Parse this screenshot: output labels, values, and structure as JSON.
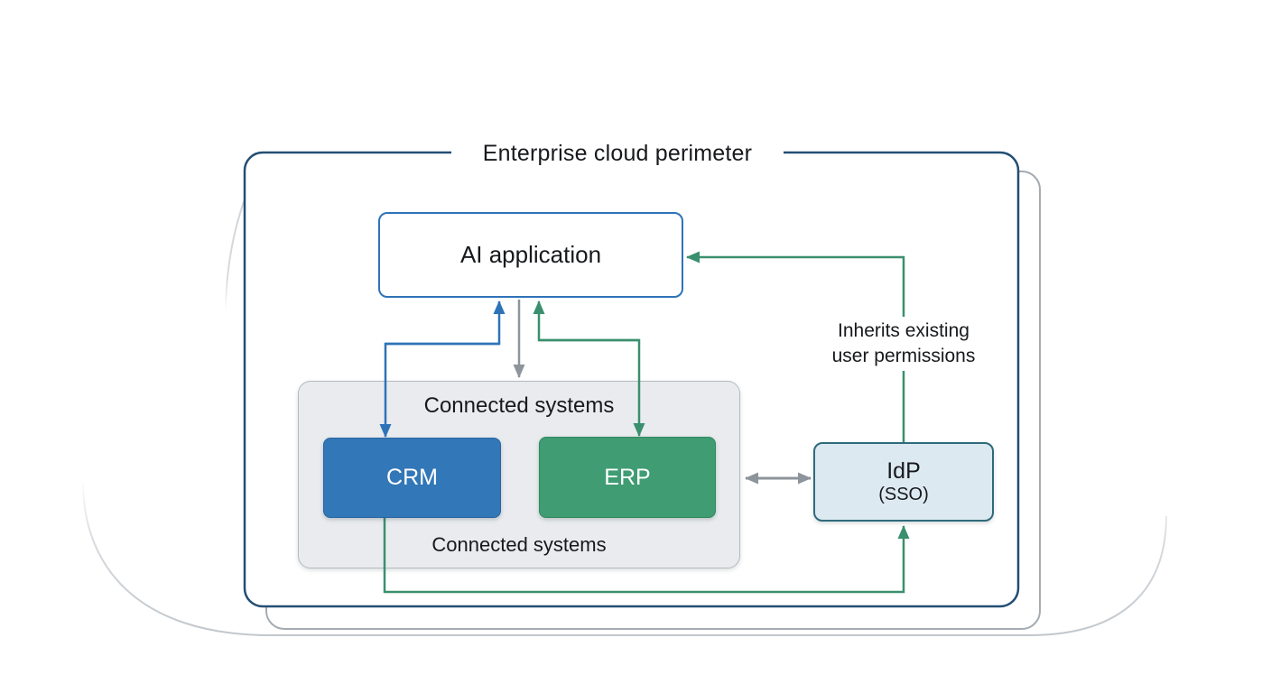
{
  "diagram": {
    "title": "Enterprise cloud perimeter",
    "nodes": {
      "ai": {
        "label": "AI application"
      },
      "connected_systems": {
        "label_top": "Connected systems",
        "label_bottom": "Connected systems"
      },
      "crm": {
        "label": "CRM"
      },
      "erp": {
        "label": "ERP"
      },
      "idp": {
        "label": "IdP",
        "sublabel": "(SSO)"
      }
    },
    "annotations": {
      "inherits_line1": "Inherits existing",
      "inherits_line2": "user permissions"
    },
    "edges": [
      {
        "name": "arrow-ai-crm",
        "type": "bidirectional",
        "color": "blue"
      },
      {
        "name": "arrow-ai-erp",
        "type": "bidirectional",
        "color": "green"
      },
      {
        "name": "arrow-ai-connected-systems",
        "type": "one-way-down",
        "color": "gray"
      },
      {
        "name": "arrow-idp-to-ai",
        "type": "one-way",
        "color": "green"
      },
      {
        "name": "arrow-crm-to-idp",
        "type": "one-way",
        "color": "green"
      },
      {
        "name": "arrow-connected-systems-idp",
        "type": "bidirectional",
        "color": "gray"
      }
    ]
  },
  "colors": {
    "navy": "#234e74",
    "blue": "#2e73b7",
    "green": "#3a8f6e",
    "gray": "#8d949b",
    "crm_fill": "#3277b7",
    "crm_border": "#2a65a0",
    "erp_fill": "#3f9c73",
    "erp_border": "#33875f",
    "idp_fill": "#dde9f0",
    "idp_border": "#2f6b7b",
    "cs_fill": "#e9ebee",
    "cs_border": "#b5bbc1",
    "offset_gray": "#a4abb1",
    "text": "#17191c"
  }
}
